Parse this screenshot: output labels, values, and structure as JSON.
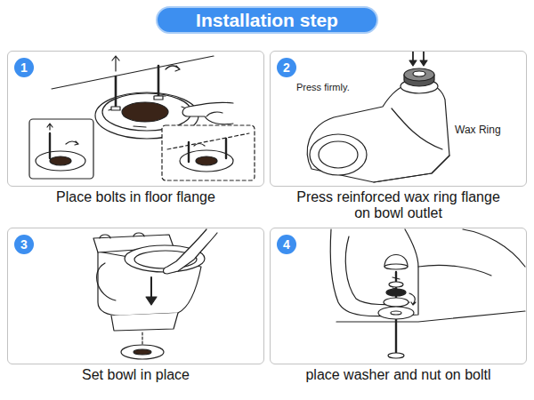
{
  "diagram": {
    "title": "Installation step",
    "nodes": [
      {
        "text": [
          "Place bolts in floor flange"
        ]
      },
      {
        "text": [
          "1"
        ],
        "in": 0
      },
      {
        "text": [
          "Press reinforced wax ring flange on bowl outlet"
        ]
      },
      {
        "text": [
          "2"
        ],
        "in": 2
      },
      {
        "text": [
          "Set bowl in place"
        ]
      },
      {
        "text": [
          "3"
        ],
        "in": 4
      },
      {
        "text": [
          "place washer and nut on boltl"
        ]
      },
      {
        "text": [
          "4"
        ],
        "in": 6
      }
    ],
    "labels": [
      "Press firmly.",
      "Wax Ring"
    ]
  }
}
